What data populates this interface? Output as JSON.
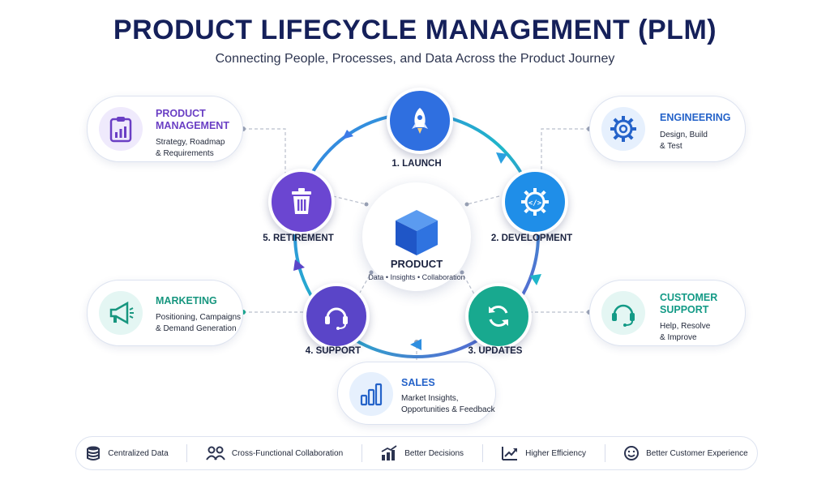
{
  "title": "PRODUCT LIFECYCLE MANAGEMENT (PLM)",
  "subtitle": "Connecting People, Processes, and Data Across the Product Journey",
  "center": {
    "title": "PRODUCT",
    "subtitle": "Data • Insights • Collaboration"
  },
  "stages": [
    {
      "label": "1. LAUNCH",
      "color": "#2f6fe0",
      "icon": "rocket-icon"
    },
    {
      "label": "2. DEVELOPMENT",
      "color": "#1f8ee8",
      "icon": "gear-code-icon"
    },
    {
      "label": "3. UPDATES",
      "color": "#18a98f",
      "icon": "refresh-icon"
    },
    {
      "label": "4. SUPPORT",
      "color": "#5a45c8",
      "icon": "headset-icon"
    },
    {
      "label": "5. RETIREMENT",
      "color": "#6b46d1",
      "icon": "trash-icon"
    }
  ],
  "cards": {
    "product_management": {
      "title_line1": "PRODUCT",
      "title_line2": "MANAGEMENT",
      "desc_line1": "Strategy, Roadmap",
      "desc_line2": "& Requirements",
      "color": "#6a3fc4",
      "icon": "clipboard-chart-icon"
    },
    "engineering": {
      "title_line1": "ENGINEERING",
      "desc_line1": "Design, Build",
      "desc_line2": "& Test",
      "color": "#2563c9",
      "icon": "gear-icon"
    },
    "marketing": {
      "title_line1": "MARKETING",
      "desc_line1": "Positioning, Campaigns",
      "desc_line2": "& Demand Generation",
      "color": "#17967f",
      "icon": "megaphone-icon"
    },
    "customer_support": {
      "title_line1": "CUSTOMER",
      "title_line2": "SUPPORT",
      "desc_line1": "Help, Resolve",
      "desc_line2": "& Improve",
      "color": "#139a86",
      "icon": "headset-icon"
    },
    "sales": {
      "title_line1": "SALES",
      "desc_line1": "Market Insights,",
      "desc_line2": "Opportunities & Feedback",
      "color": "#2563c9",
      "icon": "bar-chart-icon"
    }
  },
  "benefits": [
    {
      "label": "Centralized Data",
      "icon": "database-icon"
    },
    {
      "label": "Cross-Functional Collaboration",
      "icon": "team-icon"
    },
    {
      "label": "Better Decisions",
      "icon": "chart-up-icon"
    },
    {
      "label": "Higher Efficiency",
      "icon": "trend-up-icon"
    },
    {
      "label": "Better Customer Experience",
      "icon": "smile-icon"
    }
  ]
}
